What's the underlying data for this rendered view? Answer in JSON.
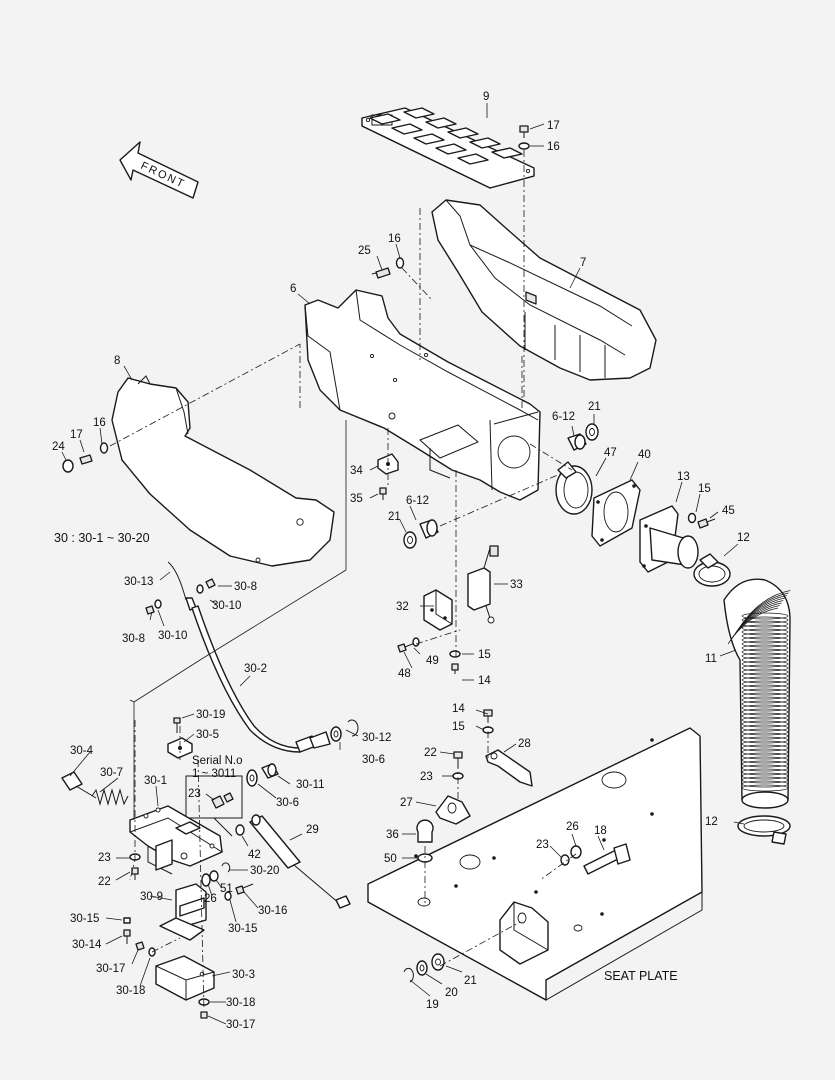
{
  "front_arrow": "FRONT",
  "seat_plate": "SEAT PLATE",
  "assembly_note": "30 : 30-1 ~ 30-20",
  "serial_note": [
    "Serial N.o",
    "1 ~ 3011"
  ],
  "labels": {
    "p9": "9",
    "p17a": "17",
    "p16a": "16",
    "p25": "25",
    "p16b": "16",
    "p7": "7",
    "p6": "6",
    "p8": "8",
    "p24": "24",
    "p17b": "17",
    "p16c": "16",
    "p6_12a": "6-12",
    "p21a": "21",
    "p34": "34",
    "p35": "35",
    "p47": "47",
    "p40": "40",
    "p13": "13",
    "p15a": "15",
    "p45": "45",
    "p12a": "12",
    "p6_12b": "6-12",
    "p21b": "21",
    "p30_13": "30-13",
    "p30_8a": "30-8",
    "p30_10a": "30-10",
    "p30_8b": "30-8",
    "p30_10b": "30-10",
    "p33": "33",
    "p32": "32",
    "p11": "11",
    "p49": "49",
    "p15b": "15",
    "p48": "48",
    "p14a": "14",
    "p30_2": "30-2",
    "p14b": "14",
    "p15c": "15",
    "p30_19": "30-19",
    "p30_12": "30-12",
    "p30_5": "30-5",
    "p28": "28",
    "p30_4": "30-4",
    "p30_6a": "30-6",
    "p22a": "22",
    "p30_7": "30-7",
    "p30_1": "30-1",
    "p30_11": "30-11",
    "p23a": "23",
    "p30_6b": "30-6",
    "p27": "27",
    "p23b": "23",
    "p29": "29",
    "p42": "42",
    "p26a": "26",
    "p18": "18",
    "p12b": "12",
    "p36": "36",
    "p23c": "23",
    "p22b": "22",
    "p30_20": "30-20",
    "p50": "50",
    "p30_9": "30-9",
    "p51": "51",
    "p26b": "26",
    "p30_16": "30-16",
    "p30_15a": "30-15",
    "p30_15b": "30-15",
    "p30_14": "30-14",
    "p30_17a": "30-17",
    "p30_18a": "30-18",
    "p30_3": "30-3",
    "p21c": "21",
    "p20": "20",
    "p19": "19",
    "p30_18b": "30-18",
    "p30_17b": "30-17"
  }
}
